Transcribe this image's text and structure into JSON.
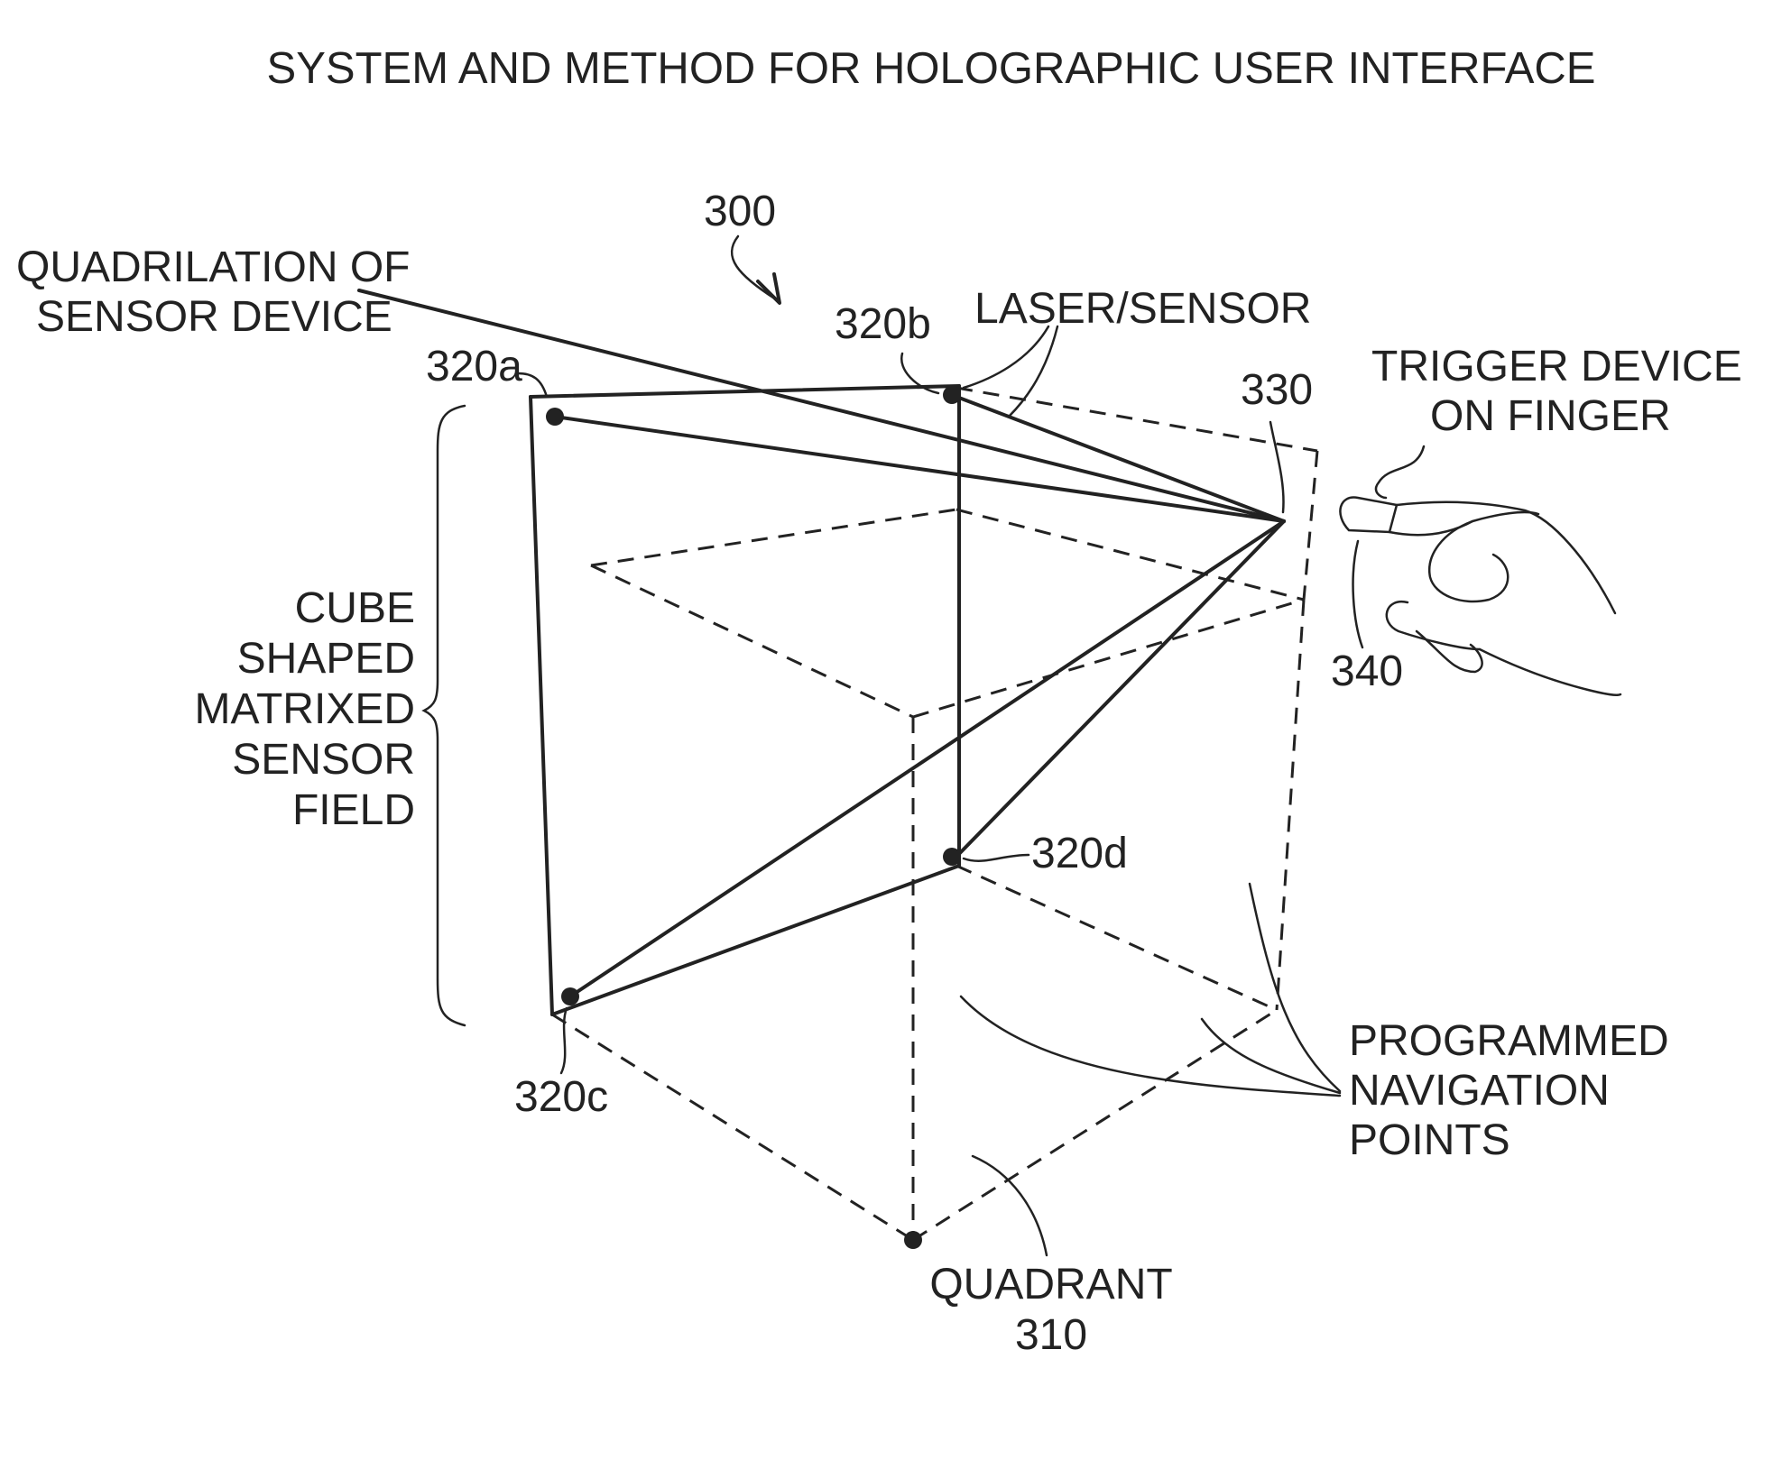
{
  "title": "SYSTEM AND METHOD FOR HOLOGRAPHIC USER INTERFACE",
  "figure_number": "300",
  "labels": {
    "quadrilation_line1": "QUADRILATION OF",
    "quadrilation_line2": "SENSOR DEVICE",
    "laser_sensor": "LASER/SENSOR",
    "trigger_line1": "TRIGGER DEVICE",
    "trigger_line2": "ON FINGER",
    "cube_line1": "CUBE",
    "cube_line2": "SHAPED",
    "cube_line3": "MATRIXED",
    "cube_line4": "SENSOR",
    "cube_line5": "FIELD",
    "programmed_line1": "PROGRAMMED",
    "programmed_line2": "NAVIGATION",
    "programmed_line3": "POINTS",
    "quadrant_line1": "QUADRANT",
    "quadrant_line2": "310"
  },
  "refs": {
    "r320a": "320a",
    "r320b": "320b",
    "r320c": "320c",
    "r320d": "320d",
    "r330": "330",
    "r340": "340"
  }
}
